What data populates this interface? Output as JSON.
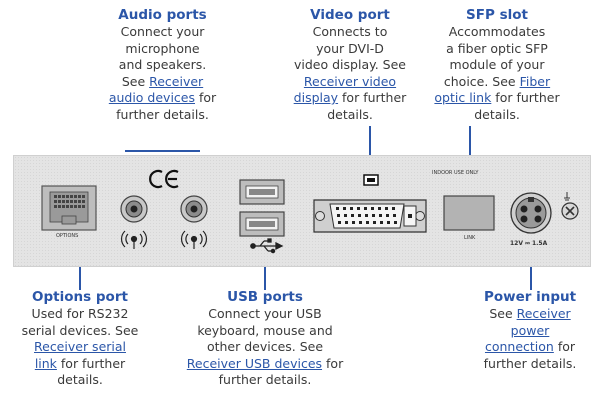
{
  "callouts": {
    "audio": {
      "title": "Audio ports",
      "lines": [
        "Connect your",
        "microphone",
        "and  speakers.",
        "See ",
        "audio devices",
        " for",
        "further details."
      ],
      "link1": "Receiver",
      "link2": "audio devices"
    },
    "video": {
      "title": "Video port",
      "l1": "Connects to",
      "l2": "your DVI-D",
      "l3": "video display. See",
      "link1": "Receiver video",
      "link2": "display",
      "l4b": " for further",
      "l5": "details."
    },
    "sfp": {
      "title": "SFP slot",
      "l1": "Accommodates",
      "l2": "a fiber optic SFP",
      "l3": "module of your",
      "l4a": "choice. See ",
      "link1": "Fiber",
      "link2": "optic link",
      "l5b": " for further",
      "l6": "details."
    },
    "options": {
      "title": "Options port",
      "l1": "Used for RS232",
      "l2": "serial devices. See",
      "link1": "Receiver serial",
      "link2": "link",
      "l4b": " for further",
      "l5": "details."
    },
    "usb": {
      "title": "USB ports",
      "l1": "Connect your USB",
      "l2": "keyboard, mouse and",
      "l3": "other devices. See",
      "link1": "Receiver USB devices",
      "l4b": " for",
      "l5": "further details."
    },
    "power": {
      "title": "Power input",
      "l1a": "See ",
      "link1": "Receiver",
      "link2": "power",
      "link3": "connection",
      "l4b": " for",
      "l5": "further details."
    }
  },
  "panel": {
    "options_label": "OPTIONS",
    "indoor_label": "INDOOR USE ONLY",
    "link_label": "LINK",
    "power_rating": "12V ⎓ 1.5A",
    "ce_mark": "CE"
  }
}
